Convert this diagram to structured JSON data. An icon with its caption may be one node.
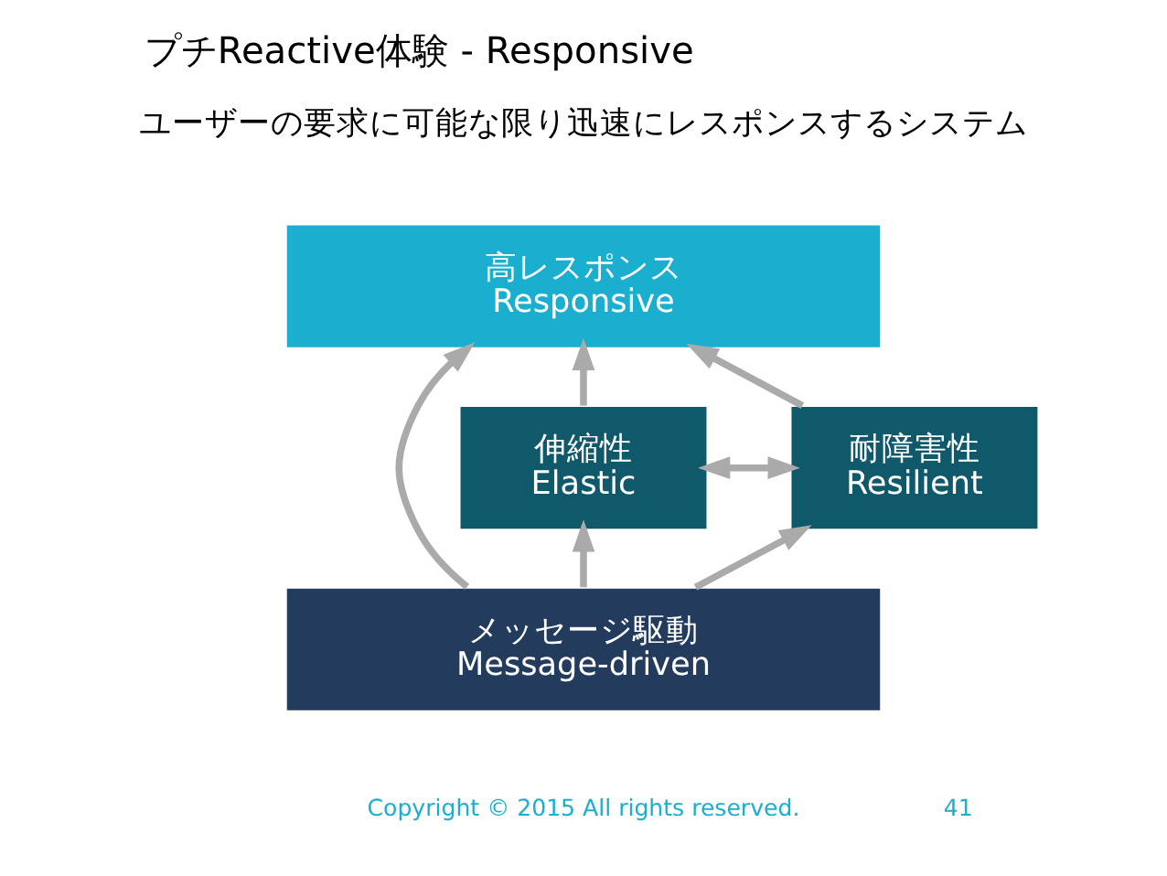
{
  "diagram": {
    "title": "プチReactive体験 - Responsive",
    "nodes": [
      {
        "text": [
          "高レスポンス",
          "Responsive"
        ]
      },
      {
        "text": [
          "伸縮性",
          "Elastic"
        ]
      },
      {
        "text": [
          "耐障害性",
          "Resilient"
        ]
      },
      {
        "text": [
          "メッセージ駆動",
          "Message-driven"
        ]
      }
    ],
    "edges": [
      {
        "from": 3,
        "to": 1,
        "arrow": "to"
      },
      {
        "from": 3,
        "to": 0,
        "arrow": "to"
      },
      {
        "from": 3,
        "to": 2,
        "arrow": "to"
      },
      {
        "from": 1,
        "to": 0,
        "arrow": "to"
      },
      {
        "from": 2,
        "to": 0,
        "arrow": "to"
      },
      {
        "from": 1,
        "to": 2,
        "arrow": "both"
      }
    ],
    "labels": [
      "ユーザーの要求に可能な限り迅速にレスポンスするシステム",
      "Copyright © 2015 All rights reserved.",
      "41"
    ]
  }
}
